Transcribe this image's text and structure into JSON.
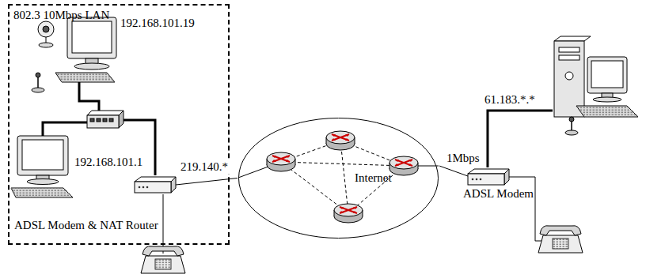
{
  "diagram": {
    "nodes": [
      {
        "text": [
          "802.3 10Mbps LAN"
        ]
      },
      {
        "text": [
          "192.168.101.19"
        ],
        "in": 0
      },
      {
        "text": [
          "192.168.101.1"
        ],
        "in": 0
      },
      {
        "text": [
          "ADSL Modem & NAT Router"
        ],
        "in": 0
      },
      {
        "text": [
          "Internet"
        ]
      },
      {
        "text": [
          "ADSL Modem"
        ]
      },
      {
        "text": [
          "61.183.*.*"
        ]
      }
    ],
    "edges": [
      {
        "from": 3,
        "to": 4,
        "arrow": "none",
        "label": "219.140.*"
      },
      {
        "from": 4,
        "to": 5,
        "arrow": "none",
        "label": "1Mbps"
      },
      {
        "from": 5,
        "to": 6,
        "arrow": "none"
      }
    ]
  }
}
